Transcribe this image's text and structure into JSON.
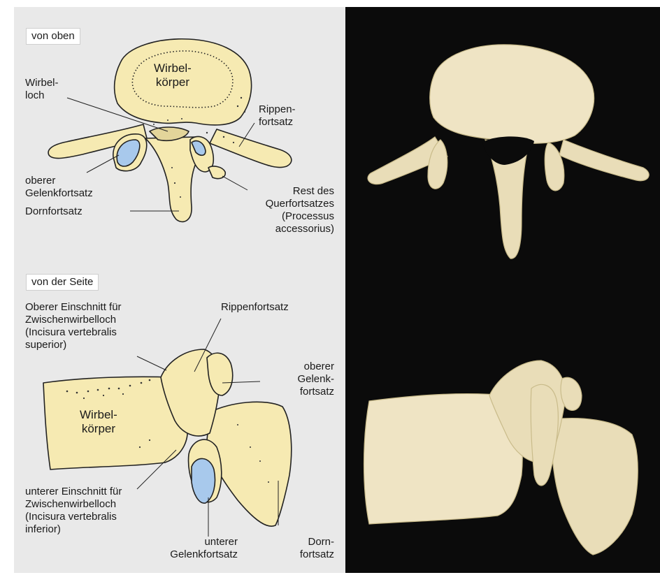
{
  "colors": {
    "left_panel_bg": "#e9e9e9",
    "right_panel_bg": "#0b0b0b",
    "bone_fill": "#f6eab2",
    "cartilage_blue": "#a8c9ec",
    "photo_bone": "#e9ddb8"
  },
  "top_view": {
    "heading": "von oben",
    "labels": {
      "wirbelkoerper": "Wirbel-\nkörper",
      "wirbelloch": "Wirbel-\nloch",
      "rippenfortsatz": "Rippen-\nfortsatz",
      "oberer_gelenkfortsatz": "oberer\nGelenkfortsatz",
      "dornfortsatz": "Dornfortsatz",
      "rest_querfortsatz": "Rest des\nQuerfortsatzes\n(Processus\naccessorius)"
    }
  },
  "side_view": {
    "heading": "von der Seite",
    "labels": {
      "oberer_einschnitt": "Oberer Einschnitt für\nZwischenwirbelloch\n(Incisura vertebralis\nsuperior)",
      "rippenfortsatz": "Rippenfortsatz",
      "oberer_gelenkfortsatz": "oberer\nGelenk-\nfortsatz",
      "wirbelkoerper": "Wirbel-\nkörper",
      "unterer_einschnitt": "unterer Einschnitt für\nZwischenwirbelloch\n(Incisura vertebralis\ninferior)",
      "unterer_gelenkfortsatz": "unterer\nGelenkfortsatz",
      "dornfortsatz": "Dorn-\nfortsatz"
    }
  }
}
